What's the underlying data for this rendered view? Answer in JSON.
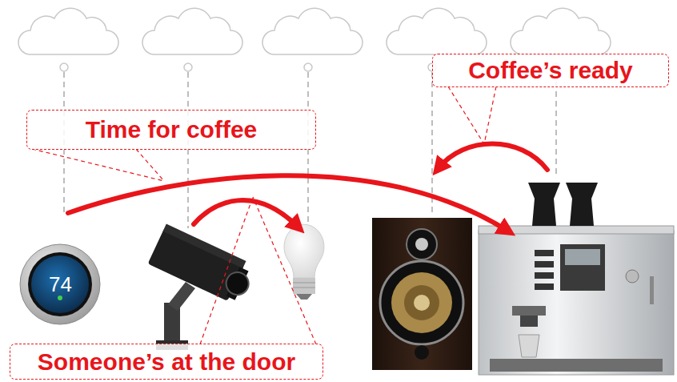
{
  "diagram": {
    "nodes": [
      {
        "text": [
          "Coffee’s ready"
        ]
      },
      {
        "text": [
          "Time for coffee"
        ]
      },
      {
        "text": [
          "Someone’s at the door"
        ]
      }
    ],
    "labels": [
      "74"
    ]
  }
}
